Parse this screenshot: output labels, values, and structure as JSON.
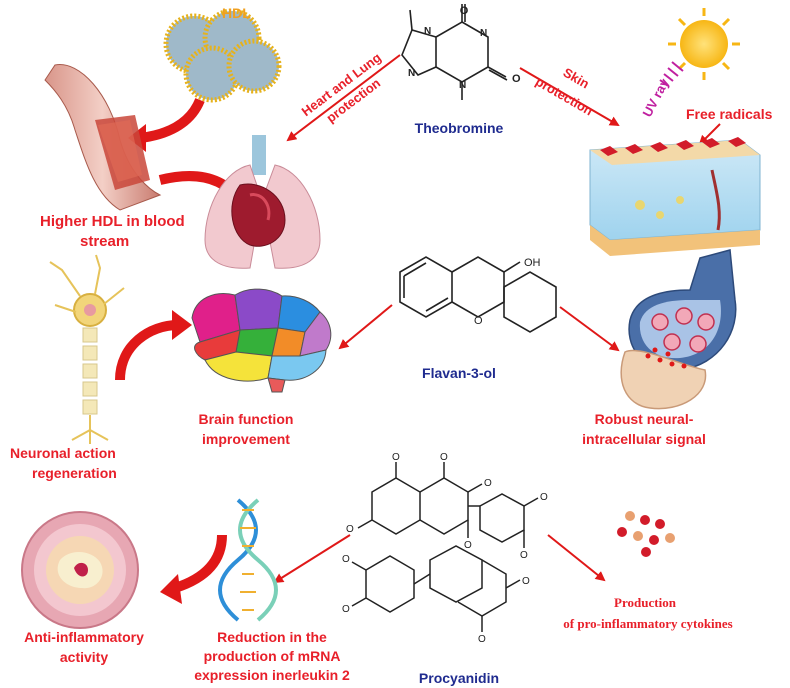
{
  "compounds": {
    "theobromine": "Theobromine",
    "flavanol": "Flavan-3-ol",
    "procyanidin": "Procyanidin"
  },
  "effects": {
    "hdl_particle": "HDL",
    "hdl_blood_line1": "Higher HDL in blood",
    "hdl_blood_line2": "stream",
    "heart_lung_line1": "Heart and Lung",
    "heart_lung_line2": "protection",
    "skin_line1": "Skin",
    "skin_line2": "protection",
    "uv_ray": "UV ray",
    "free_radicals": "Free radicals",
    "brain_line1": "Brain function",
    "brain_line2": "improvement",
    "neuronal_line1": "Neuronal action",
    "neuronal_line2": "regeneration",
    "neural_line1": "Robust neural-",
    "neural_line2": "intracellular signal",
    "anti_line1": "Anti-inflammatory",
    "anti_line2": "activity",
    "mrna_line1": "Reduction in the",
    "mrna_line2": "production of mRNA",
    "mrna_line3": "expression inerleukin 2",
    "cytokine_line1": "Production",
    "cytokine_line2": "of pro-inflammatory cytokines"
  },
  "atoms": {
    "oxygen": "O",
    "nitrogen": "N",
    "hydroxyl": "OH"
  },
  "colors": {
    "label_red": "#e8202a",
    "compound_blue": "#1f2b8f",
    "hdl_orange": "#f0a020",
    "arrow_red": "#e01818"
  }
}
